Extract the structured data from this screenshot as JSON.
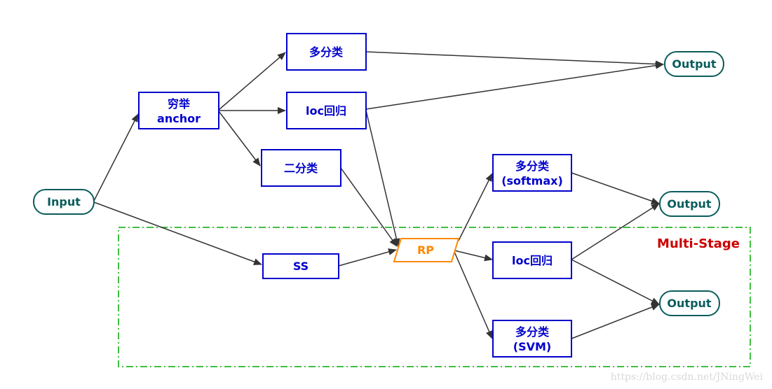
{
  "nodes": {
    "input": "Input",
    "qiongju": [
      "穷举",
      "anchor"
    ],
    "multi_top": "多分类",
    "loc_top": "loc回归",
    "erfenlei": "二分类",
    "ss": "SS",
    "rp": "RP",
    "softmax": [
      "多分类",
      "(softmax)"
    ],
    "loc_mid": "loc回归",
    "svm": [
      "多分类",
      "(SVM)"
    ],
    "output_top": "Output",
    "output_mid": "Output",
    "output_bot": "Output"
  },
  "region_label": "Multi-Stage",
  "watermark": "https://blog.csdn.net/JNingWei",
  "colors": {
    "box_stroke": "#0000cc",
    "box_text": "#0000cc",
    "terminal_stroke": "#0a5c5c",
    "rp_stroke": "#ff8800",
    "region_stroke": "#00aa00",
    "region_label": "#cc0000",
    "arrow": "#333333"
  }
}
